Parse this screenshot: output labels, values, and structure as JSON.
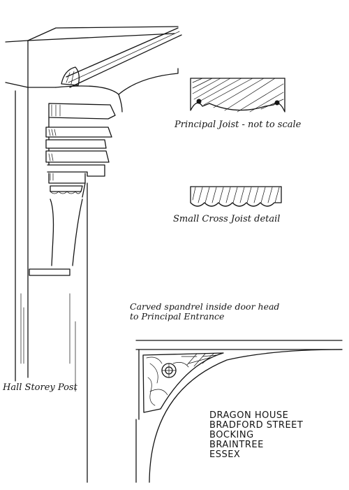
{
  "labels": {
    "principal_joist": "Principal Joist - not to scale",
    "small_cross_joist": "Small Cross Joist detail",
    "spandrel_line1": "Carved spandrel inside door head",
    "spandrel_line2": "to Principal Entrance",
    "hall_post": "Hall Storey Post"
  },
  "address": [
    "DRAGON HOUSE",
    "BRADFORD STREET",
    "BOCKING",
    "BRAINTREE",
    "ESSEX"
  ]
}
